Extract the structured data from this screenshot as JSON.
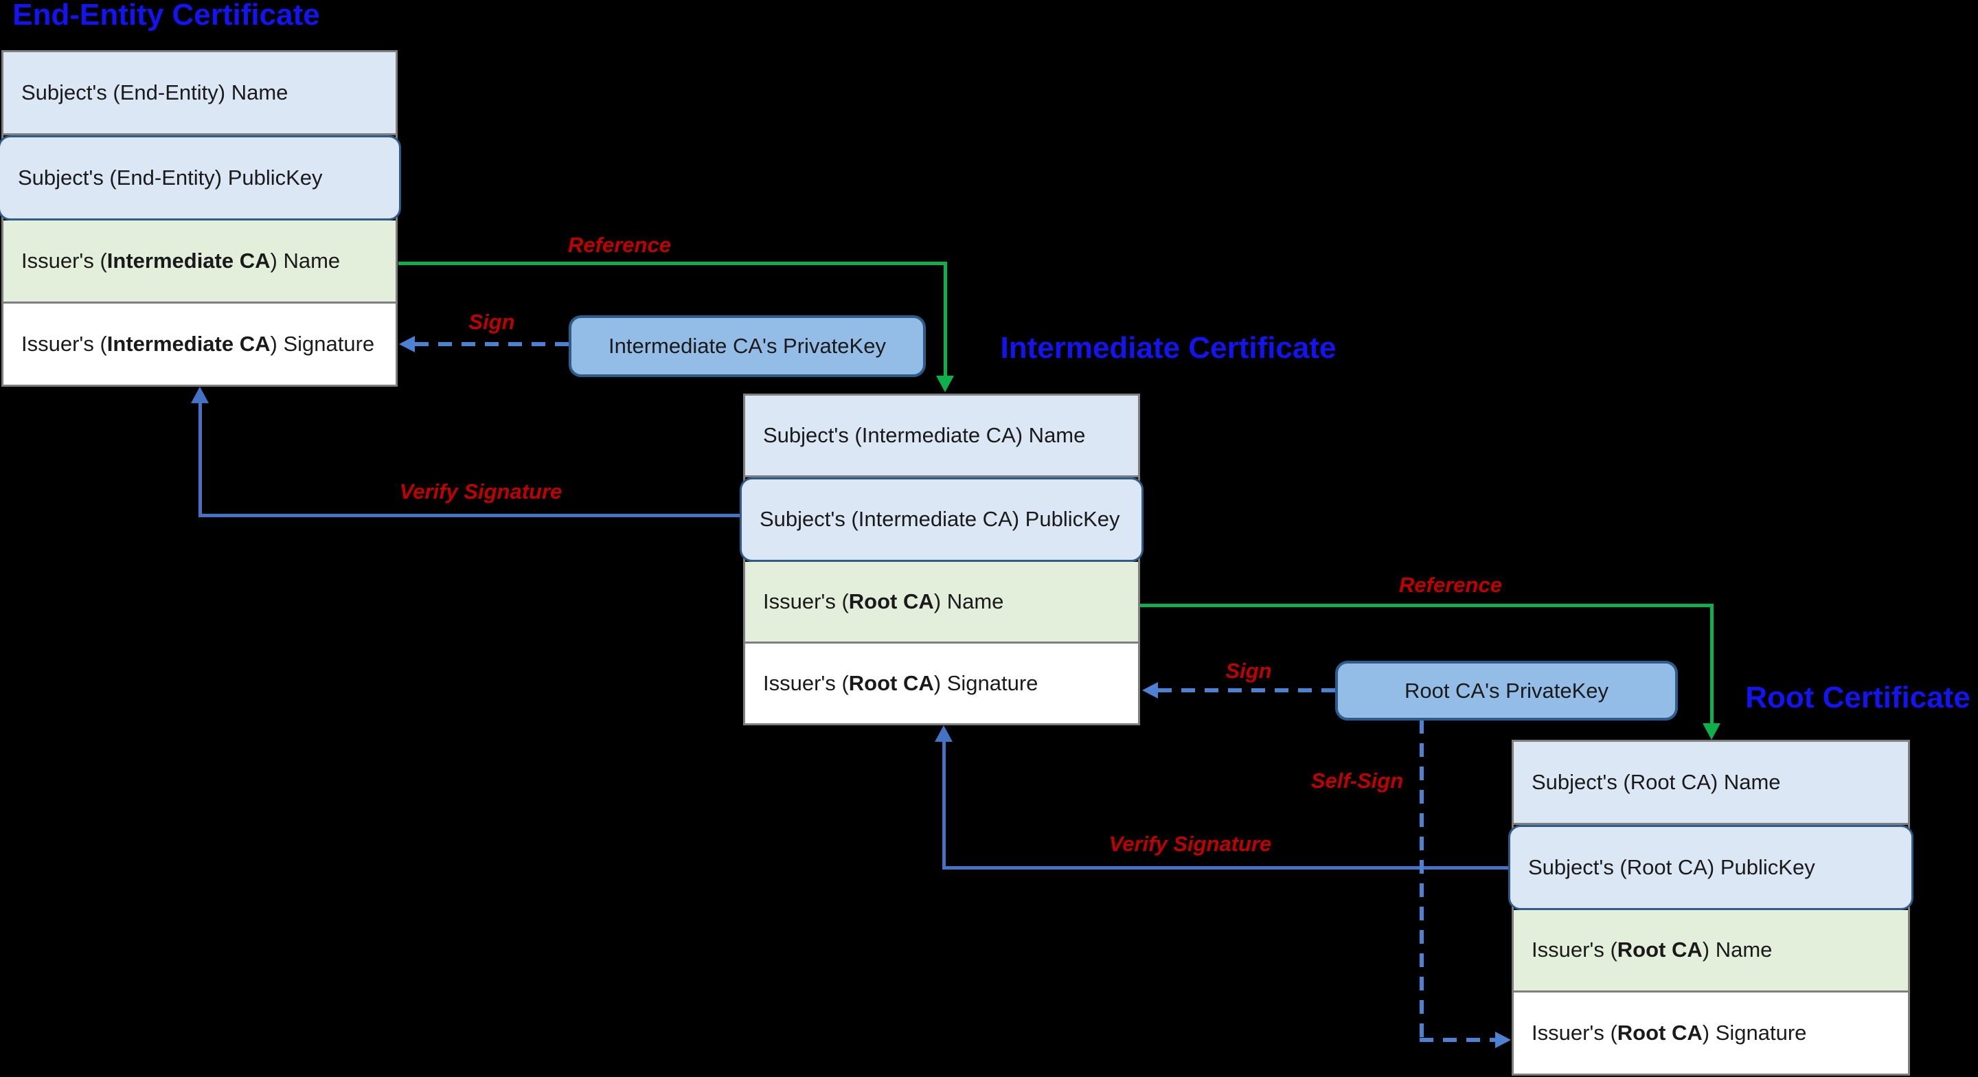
{
  "titles": {
    "end_entity": "End-Entity Certificate",
    "intermediate": "Intermediate Certificate",
    "root": "Root Certificate"
  },
  "certs": {
    "end_entity": {
      "rows": [
        {
          "pre": "Subject's (End-Entity) Name",
          "bold": "",
          "post": ""
        },
        {
          "pre": "Subject's (End-Entity) PublicKey",
          "bold": "",
          "post": ""
        },
        {
          "pre": "Issuer's (",
          "bold": "Intermediate CA",
          "post": ") Name"
        },
        {
          "pre": "Issuer's (",
          "bold": "Intermediate CA",
          "post": ") Signature"
        }
      ]
    },
    "intermediate": {
      "rows": [
        {
          "pre": "Subject's (Intermediate CA) Name",
          "bold": "",
          "post": ""
        },
        {
          "pre": "Subject's (Intermediate CA) PublicKey",
          "bold": "",
          "post": ""
        },
        {
          "pre": "Issuer's (",
          "bold": "Root CA",
          "post": ") Name"
        },
        {
          "pre": "Issuer's (",
          "bold": "Root CA",
          "post": ") Signature"
        }
      ]
    },
    "root": {
      "rows": [
        {
          "pre": "Subject's (Root CA) Name",
          "bold": "",
          "post": ""
        },
        {
          "pre": "Subject's (Root CA) PublicKey",
          "bold": "",
          "post": ""
        },
        {
          "pre": "Issuer's (",
          "bold": "Root CA",
          "post": ") Name"
        },
        {
          "pre": "Issuer's (",
          "bold": "Root CA",
          "post": ") Signature"
        }
      ]
    }
  },
  "keys": {
    "intermediate": "Intermediate CA's PrivateKey",
    "root": "Root CA's PrivateKey"
  },
  "edge_labels": {
    "reference1": "Reference",
    "reference2": "Reference",
    "sign1": "Sign",
    "sign2": "Sign",
    "verify1": "Verify Signature",
    "verify2": "Verify Signature",
    "self_sign": "Self-Sign"
  },
  "colors": {
    "bg": "#000000",
    "row_blue": "#dbe7f5",
    "row_green": "#e3efda",
    "row_white": "#ffffff",
    "pubkey_border": "#2e5c8a",
    "gray": "#7f7f7f",
    "key_fill": "#93bde6",
    "key_border": "#2e5c8a",
    "green": "#0db14c",
    "blue_solid": "#4472c4",
    "blue_dashed": "#4d82d2",
    "red": "#c00000",
    "title_blue": "#1414f0",
    "text": "#1a1a1a"
  }
}
